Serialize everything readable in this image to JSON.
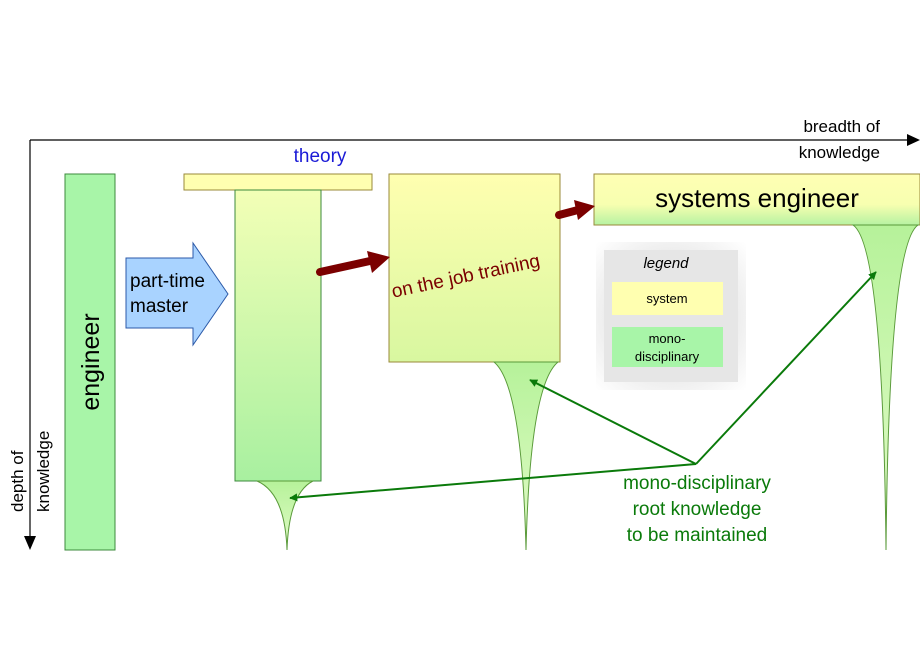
{
  "axes": {
    "breadth_line1": "breadth of",
    "breadth_line2": "knowledge",
    "depth_line1": "depth of",
    "depth_line2": "knowledge"
  },
  "engineer": {
    "label": "engineer"
  },
  "part_time": {
    "line1": "part-time",
    "line2": "master"
  },
  "theory": {
    "label": "theory"
  },
  "training": {
    "label": "on the job training"
  },
  "systems": {
    "label": "systems engineer"
  },
  "legend": {
    "title": "legend",
    "system": "system",
    "mono_line1": "mono-",
    "mono_line2": "disciplinary"
  },
  "note": {
    "line1": "mono-disciplinary",
    "line2": "root knowledge",
    "line3": "to be maintained"
  },
  "colors": {
    "green_fill": "#a8f5a8",
    "yellow_fill": "#ffffb0",
    "blue_fill": "#a9d3ff",
    "dark_red": "#7b0000",
    "note_green": "#0a7a0a",
    "theory_blue": "#1a1ad6"
  }
}
